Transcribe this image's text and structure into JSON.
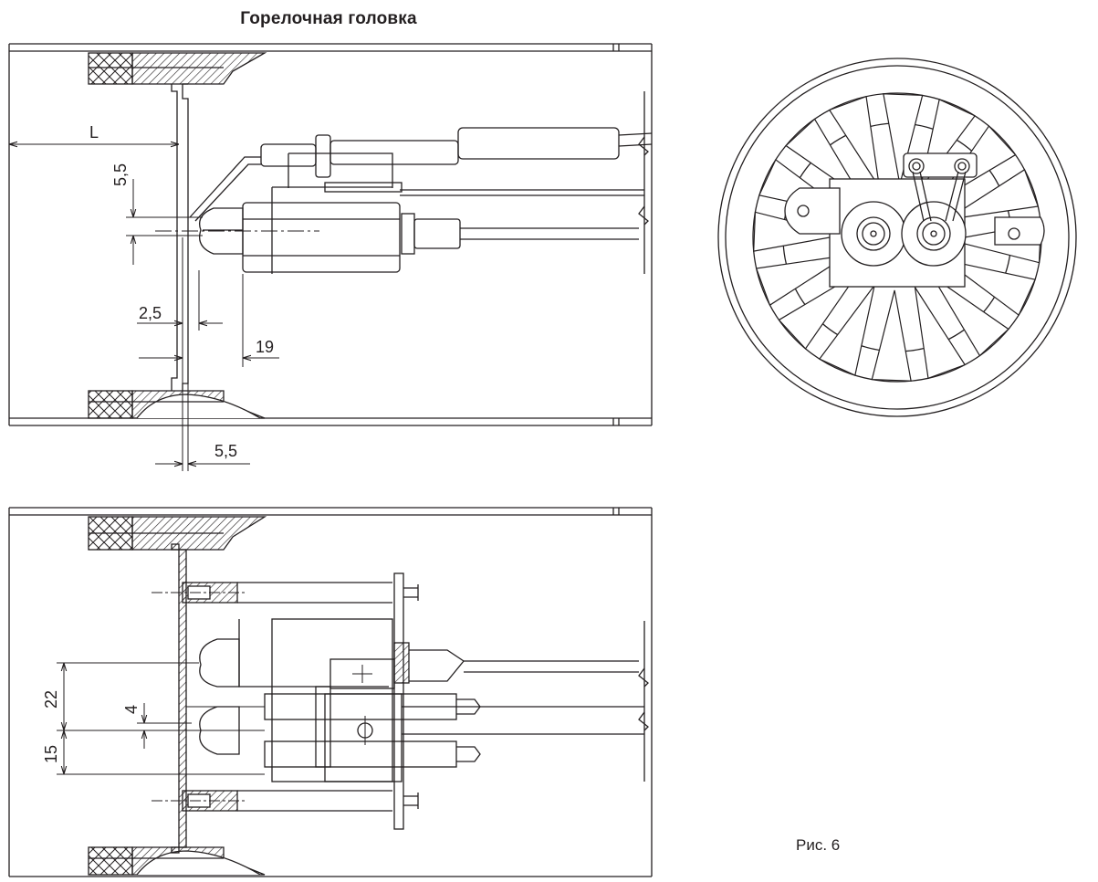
{
  "title": "Горелочная головка",
  "caption": "Рис. 6",
  "dimensions": {
    "L": "L",
    "d_5_5_top": "5,5",
    "d_2_5": "2,5",
    "d_19": "19",
    "d_5_5_bottom": "5,5",
    "d_22": "22",
    "d_4": "4",
    "d_15": "15"
  }
}
